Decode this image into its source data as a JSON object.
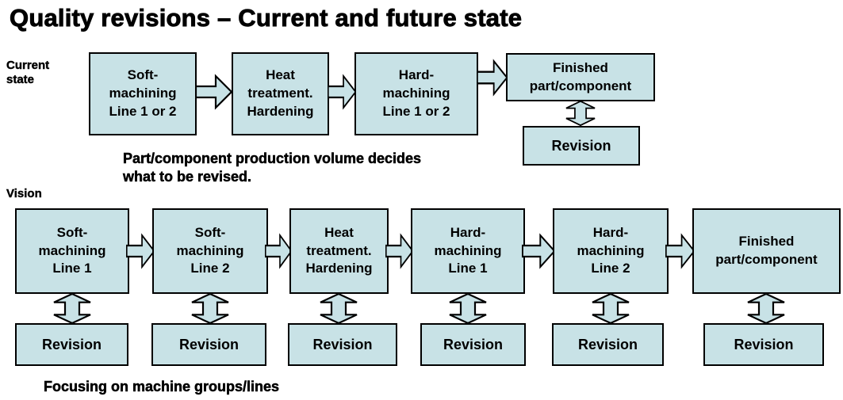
{
  "title": "Quality revisions – Current and future state",
  "colors": {
    "box_fill": "#c8e2e6",
    "box_border": "#000000",
    "text": "#000000",
    "background": "#ffffff"
  },
  "current": {
    "section_label": "Current\nstate",
    "boxes": [
      "Soft-\nmachining\nLine 1 or 2",
      "Heat\ntreatment.\nHardening",
      "Hard-\nmachining\nLine 1 or 2",
      "Finished\npart/component",
      "Revision"
    ],
    "note": "Part/component production volume decides\nwhat to be revised."
  },
  "vision": {
    "section_label": "Vision",
    "boxes": [
      "Soft-\nmachining\nLine 1",
      "Soft-\nmachining\nLine 2",
      "Heat\ntreatment.\nHardening",
      "Hard-\nmachining\nLine 1",
      "Hard-\nmachining\nLine 2",
      "Finished\npart/component"
    ],
    "revision_labels": [
      "Revision",
      "Revision",
      "Revision",
      "Revision",
      "Revision",
      "Revision"
    ],
    "note": "Focusing on machine groups/lines"
  }
}
